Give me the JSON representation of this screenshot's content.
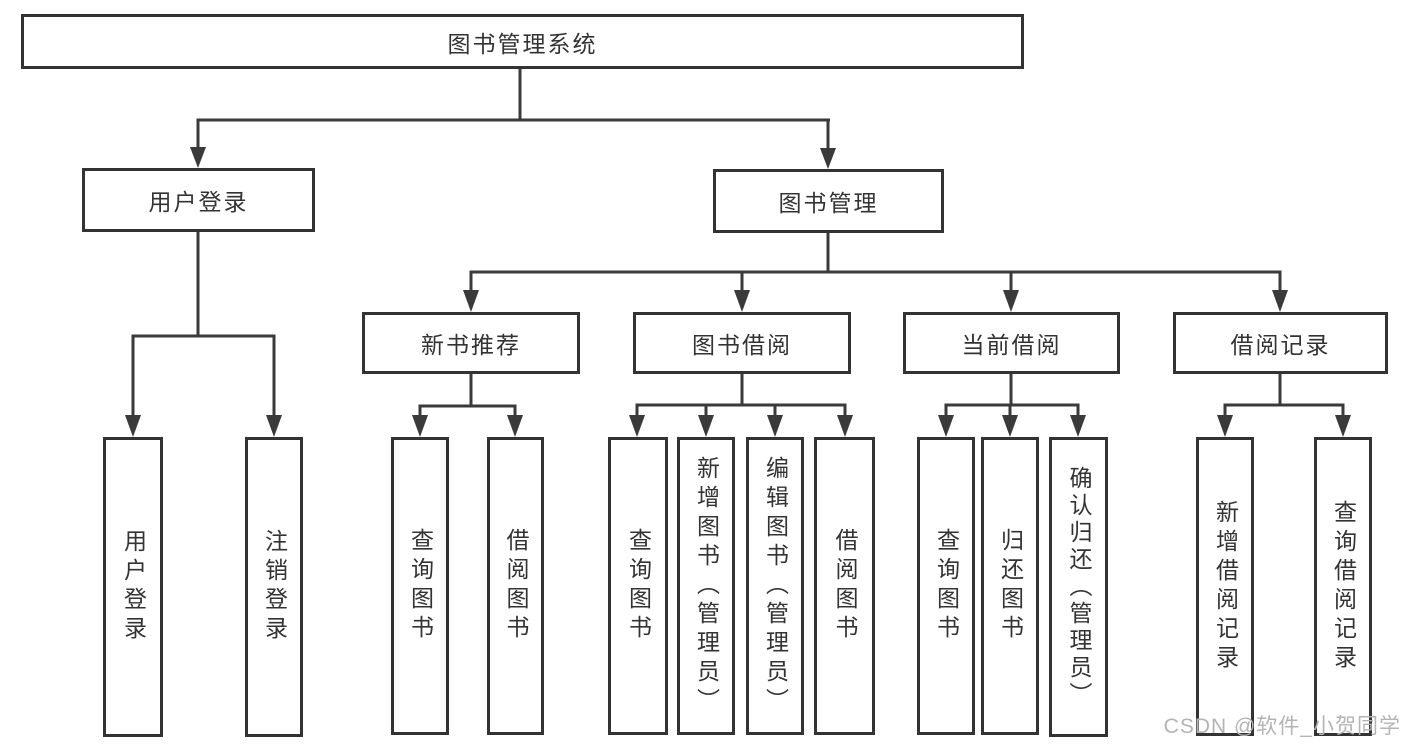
{
  "nodes": {
    "root": {
      "label": "图书管理系统"
    },
    "user_login": {
      "label": "用户登录"
    },
    "book_mgmt": {
      "label": "图书管理"
    },
    "new_book_rec": {
      "label": "新书推荐"
    },
    "book_borrow": {
      "label": "图书借阅"
    },
    "current_borrow": {
      "label": "当前借阅"
    },
    "borrow_record": {
      "label": "借阅记录"
    },
    "leaf_user_login": {
      "label": "用户登录"
    },
    "leaf_logout": {
      "label": "注销登录"
    },
    "leaf_query_book_newrec": {
      "label": "查询图书"
    },
    "leaf_borrow_book_newrec": {
      "label": "借阅图书"
    },
    "leaf_query_book_borrow": {
      "label": "查询图书"
    },
    "leaf_add_book_admin": {
      "label": "新增图书（管理员）"
    },
    "leaf_edit_book_admin": {
      "label": "编辑图书（管理员）"
    },
    "leaf_borrow_book_borrow": {
      "label": "借阅图书"
    },
    "leaf_query_book_current": {
      "label": "查询图书"
    },
    "leaf_return_book": {
      "label": "归还图书"
    },
    "leaf_confirm_return_admin": {
      "label": "确认归还（管理员）"
    },
    "leaf_add_borrow_record": {
      "label": "新增借阅记录"
    },
    "leaf_query_borrow_record": {
      "label": "查询借阅记录"
    }
  },
  "edges": [
    {
      "parent": "图书管理系统",
      "children": [
        "用户登录",
        "图书管理"
      ]
    },
    {
      "parent": "用户登录",
      "children": [
        "用户登录",
        "注销登录"
      ]
    },
    {
      "parent": "图书管理",
      "children": [
        "新书推荐",
        "图书借阅",
        "当前借阅",
        "借阅记录"
      ]
    },
    {
      "parent": "新书推荐",
      "children": [
        "查询图书",
        "借阅图书"
      ]
    },
    {
      "parent": "图书借阅",
      "children": [
        "查询图书",
        "新增图书（管理员）",
        "编辑图书（管理员）",
        "借阅图书"
      ]
    },
    {
      "parent": "当前借阅",
      "children": [
        "查询图书",
        "归还图书",
        "确认归还（管理员）"
      ]
    },
    {
      "parent": "借阅记录",
      "children": [
        "新增借阅记录",
        "查询借阅记录"
      ]
    }
  ],
  "watermark": {
    "text": "CSDN @软件_小贺同学"
  },
  "colors": {
    "line": "#3a3a3a",
    "box_border": "#333333",
    "text": "#333333",
    "watermark": "#b4b4b4",
    "background": "#ffffff"
  }
}
